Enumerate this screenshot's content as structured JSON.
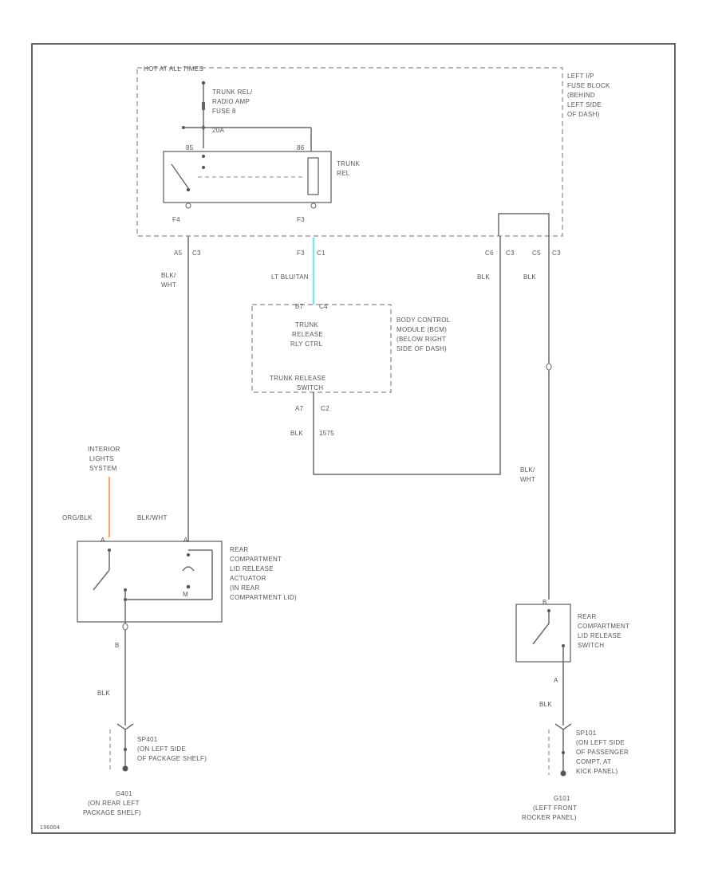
{
  "hot_at_all_times": "HOT AT ALL TIMES",
  "fuse": {
    "l1": "TRUNK REL/",
    "l2": "RADIO AMP",
    "l3": "FUSE 8",
    "amps": "20A"
  },
  "relay": {
    "pin_85": "85",
    "pin_86": "86",
    "l1": "TRUNK",
    "l2": "REL",
    "pin_f4": "F4",
    "pin_f3": "F3"
  },
  "fuse_block": {
    "l1": "LEFT I/P",
    "l2": "FUSE BLOCK",
    "l3": "(BEHIND",
    "l4": "LEFT SIDE",
    "l5": "OF DASH)"
  },
  "connectors": {
    "a5": "A5",
    "c3": "C3",
    "f3": "F3",
    "c1": "C1",
    "c6": "C6",
    "c3b": "C3",
    "c5": "C5",
    "c3c": "C3"
  },
  "wire_colors": {
    "blk_wht_1": "BLK/",
    "blk_wht_2": "WHT",
    "lt_blu_tan": "LT BLU/TAN",
    "blk_top_mid": "BLK",
    "blk_top_right": "BLK",
    "blk": "BLK",
    "num_1575": "1575",
    "blk_wht_r1": "BLK/",
    "blk_wht_r2": "WHT",
    "org_blk": "ORG/BLK",
    "blk_wht_actuator": "BLK/WHT",
    "blk_lower_left": "BLK",
    "blk_lower_right": "BLK"
  },
  "bcm": {
    "pin": "B7",
    "conn": "C4",
    "l1": "TRUNK",
    "l2": "RELEASE",
    "l3": "RLY CTRL",
    "l4": "TRUNK RELEASE",
    "l5": "SWITCH",
    "d1": "BODY CONTROL",
    "d2": "MODULE (BCM)",
    "d3": "(BELOW RIGHT",
    "d4": "SIDE OF DASH)",
    "pin_a7": "A7",
    "conn_c2": "C2"
  },
  "interior_lights": {
    "l1": "INTERIOR",
    "l2": "LIGHTS",
    "l3": "SYSTEM"
  },
  "actuator": {
    "pin_a": "A",
    "pin_b": "B",
    "pin_a2": "A",
    "m": "M",
    "l1": "REAR",
    "l2": "COMPARTMENT",
    "l3": "LID RELEASE",
    "l4": "ACTUATOR",
    "l5": "(IN REAR",
    "l6": "COMPARTMENT LID)"
  },
  "rear_switch": {
    "pin_b": "B",
    "pin_a": "A",
    "l1": "REAR",
    "l2": "COMPARTMENT",
    "l3": "LID RELEASE",
    "l4": "SWITCH"
  },
  "splice_left": {
    "id": "SP401",
    "l1": "(ON LEFT SIDE",
    "l2": "OF PACKAGE SHELF)"
  },
  "ground_left": {
    "id": "G401",
    "l1": "(ON REAR LEFT",
    "l2": "PACKAGE SHELF)"
  },
  "splice_right": {
    "id": "SP101",
    "l1": "(ON LEFT SIDE",
    "l2": "OF PASSENGER",
    "l3": "COMPT, AT",
    "l4": "KICK PANEL)"
  },
  "ground_right": {
    "id": "G101",
    "l1": "(LEFT FRONT",
    "l2": "ROCKER PANEL)"
  },
  "diagram_id": "196004",
  "colors": {
    "wire": "#6b6b6b",
    "lt_blue_wire": "#8fdfe8",
    "orange_wire": "#f0a878"
  }
}
